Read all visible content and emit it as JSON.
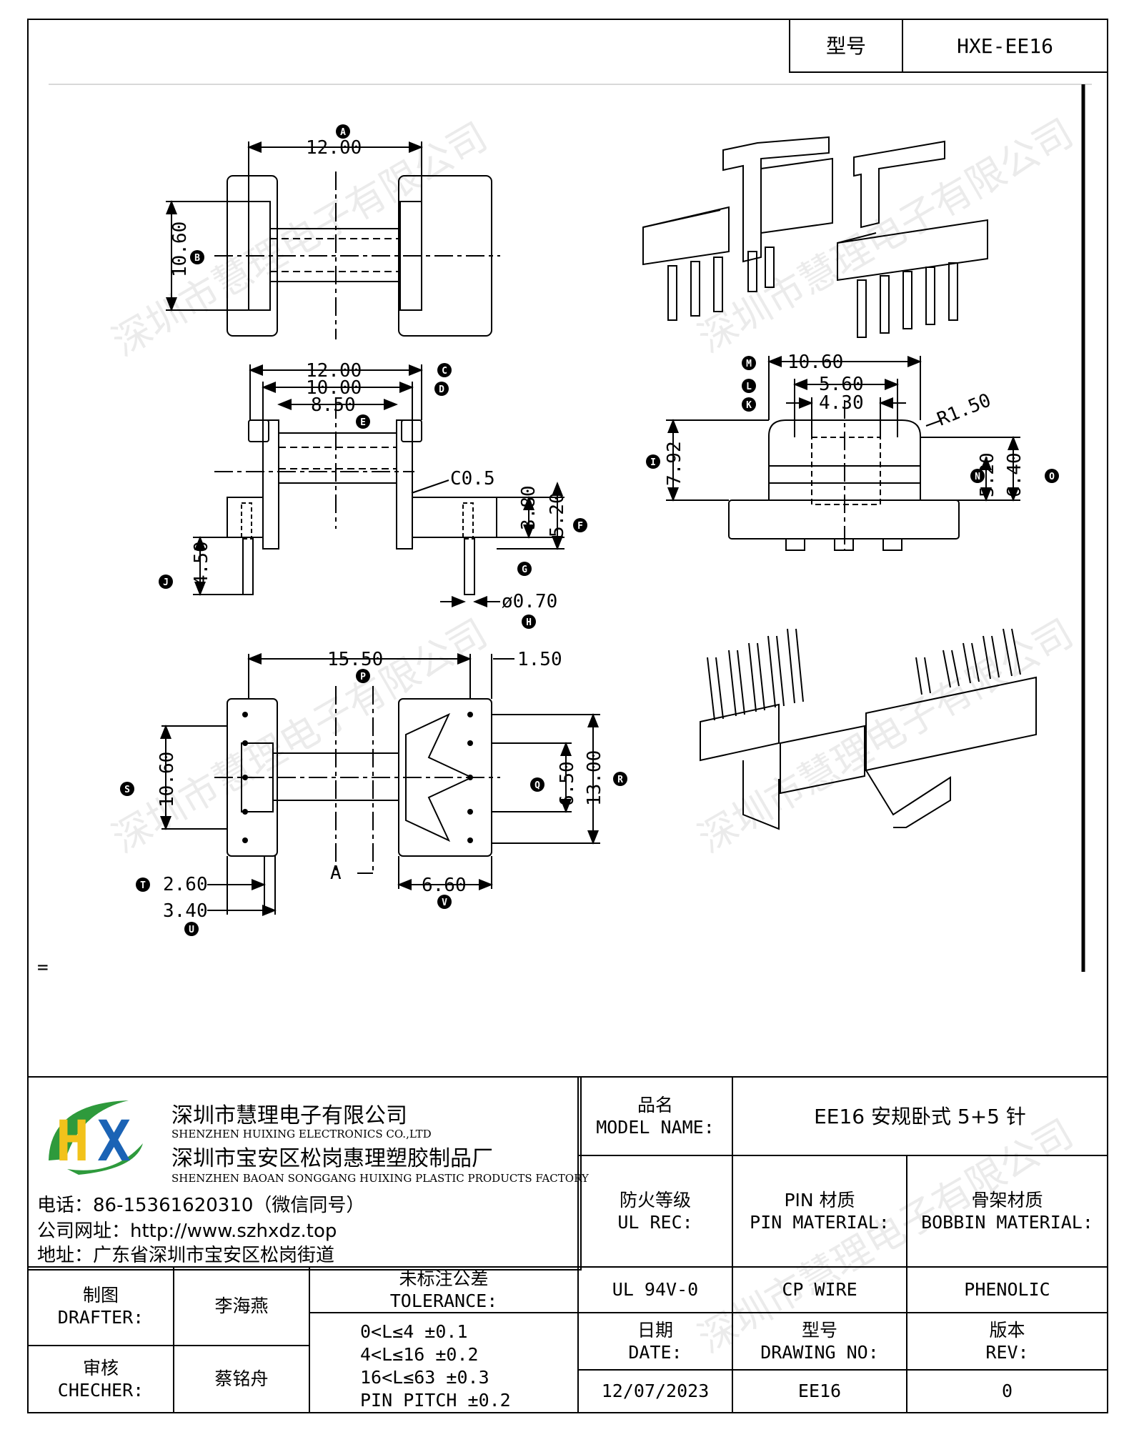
{
  "header": {
    "model_label": "型号",
    "model_value": "HXE-EE16"
  },
  "stray_mark": "=",
  "dimensions": {
    "A": "12.00",
    "B": "10.60",
    "C": "12.00",
    "D": "10.00",
    "E": "8.50",
    "chamfer": "C0.5",
    "F": "5.20",
    "F_inner": "3.80",
    "J": "4.50",
    "H": "ø0.70",
    "M": "10.60",
    "L": "5.60",
    "K": "4.30",
    "radius": "R1.50",
    "I": "7.92",
    "N": "5.20",
    "O": "6.40",
    "P": "15.50",
    "tab": "1.50",
    "S": "10.60",
    "Q": "6.50",
    "R": "13.00",
    "T": "2.60",
    "U": "3.40",
    "V": "6.60",
    "section": "A"
  },
  "balloons": [
    "A",
    "B",
    "C",
    "D",
    "E",
    "F",
    "G",
    "H",
    "J",
    "M",
    "L",
    "K",
    "I",
    "N",
    "O",
    "P",
    "S",
    "Q",
    "R",
    "T",
    "U",
    "V"
  ],
  "watermark": "深圳市慧理电子有限公司",
  "company": {
    "name_cn": "深圳市慧理电子有限公司",
    "name_en": "SHENZHEN HUIXING ELECTRONICS CO.,LTD",
    "factory_cn": "深圳市宝安区松岗惠理塑胶制品厂",
    "factory_en": "SHENZHEN BAOAN SONGGANG HUIXING PLASTIC PRODUCTS FACTORY",
    "phone": "电话：86-15361620310（微信同号）",
    "website": "公司网址：http://www.szhxdz.top",
    "address": "地址：广东省深圳市宝安区松岗街道",
    "logo_text": "HX"
  },
  "title_block": {
    "model_name_cn": "品名",
    "model_name_en": "MODEL NAME:",
    "model_name_value": "EE16 安规卧式 5+5 针",
    "ul_cn": "防火等级",
    "ul_en": "UL REC:",
    "pin_cn": "PIN 材质",
    "pin_en": "PIN MATERIAL:",
    "bobbin_cn": "骨架材质",
    "bobbin_en": "BOBBIN MATERIAL:",
    "ul_value": "UL 94V-0",
    "pin_value": "CP WIRE",
    "bobbin_value": "PHENOLIC",
    "drafter_cn": "制图",
    "drafter_en": "DRAFTER:",
    "drafter_value": "李海燕",
    "checker_cn": "审核",
    "checker_en": "CHECHER:",
    "checker_value": "蔡铭舟",
    "tolerance_cn": "未标注公差",
    "tolerance_en": "TOLERANCE:",
    "tolerance_lines": [
      "0<L≤4  ±0.1",
      "4<L≤16 ±0.2",
      "16<L≤63 ±0.3",
      "PIN PITCH ±0.2"
    ],
    "date_cn": "日期",
    "date_en": "DATE:",
    "date_value": "12/07/2023",
    "drawing_cn": "型号",
    "drawing_en": "DRAWING NO:",
    "drawing_value": "EE16",
    "rev_cn": "版本",
    "rev_en": "REV:",
    "rev_value": "0"
  },
  "colors": {
    "logo_green": "#2e9a3c",
    "logo_yellow": "#f2c21b",
    "logo_blue": "#1b63b5",
    "line": "#000000"
  }
}
